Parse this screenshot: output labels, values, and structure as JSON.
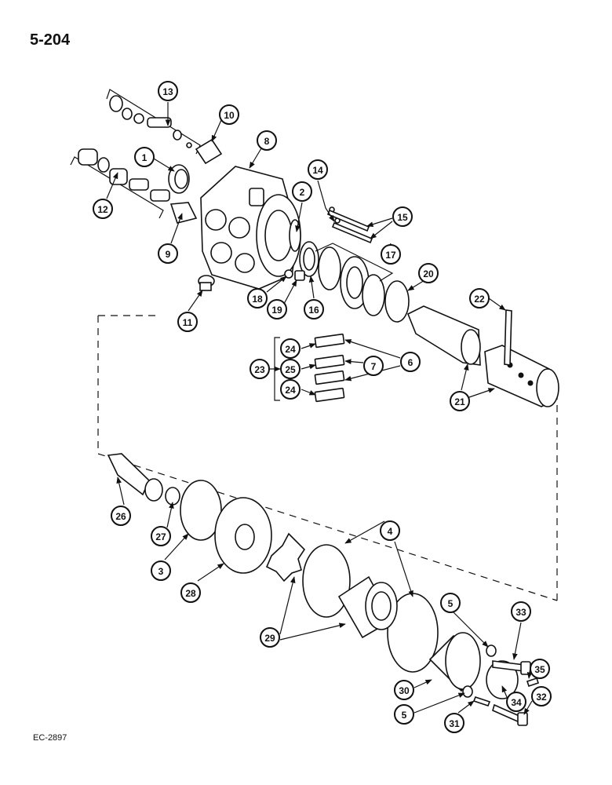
{
  "page_number": "5-204",
  "figure_code": "EC-2897",
  "callouts": [
    "13",
    "10",
    "8",
    "1",
    "12",
    "9",
    "2",
    "14",
    "15",
    "17",
    "20",
    "11",
    "18",
    "19",
    "16",
    "22",
    "24",
    "23",
    "25",
    "7",
    "6",
    "24",
    "21",
    "26",
    "27",
    "3",
    "28",
    "4",
    "29",
    "5",
    "33",
    "35",
    "30",
    "34",
    "5",
    "31",
    "32"
  ]
}
